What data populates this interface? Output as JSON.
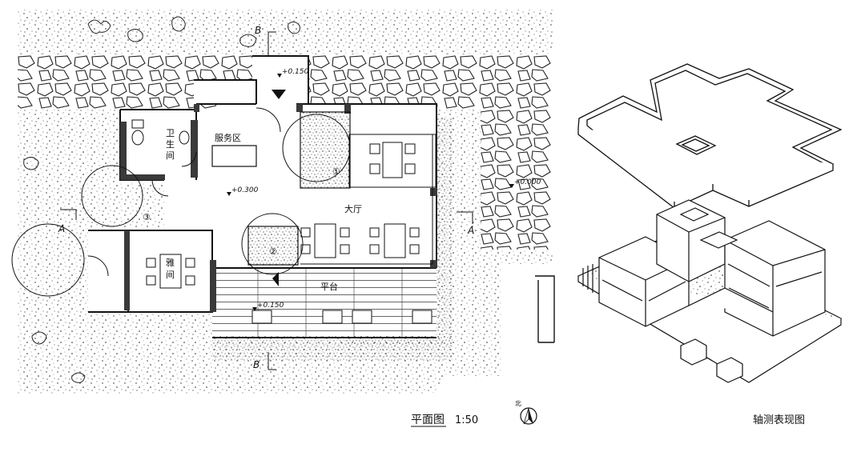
{
  "plan": {
    "rooms": {
      "restroom_line1": "卫",
      "restroom_line2": "生",
      "restroom_line3": "间",
      "service": "服务区",
      "hall": "大厅",
      "private_line1": "雅",
      "private_line2": "间",
      "terrace": "平台"
    },
    "levels": {
      "entry": "+0.150",
      "interior": "+0.300",
      "terrace": "+0.150",
      "ground": "+0.000"
    },
    "section_marks": {
      "b_top": "B",
      "b_bottom": "B",
      "a_left": "A",
      "a_right": "A"
    },
    "circles": {
      "c1": "①",
      "c2": "②",
      "c3": "③"
    },
    "north": "北",
    "title": "平面图",
    "scale": "1:50"
  },
  "axonometric": {
    "title": "轴测表现图"
  },
  "colors": {
    "ink": "#111111",
    "paper": "#ffffff",
    "wall": "#3a3a3a"
  }
}
